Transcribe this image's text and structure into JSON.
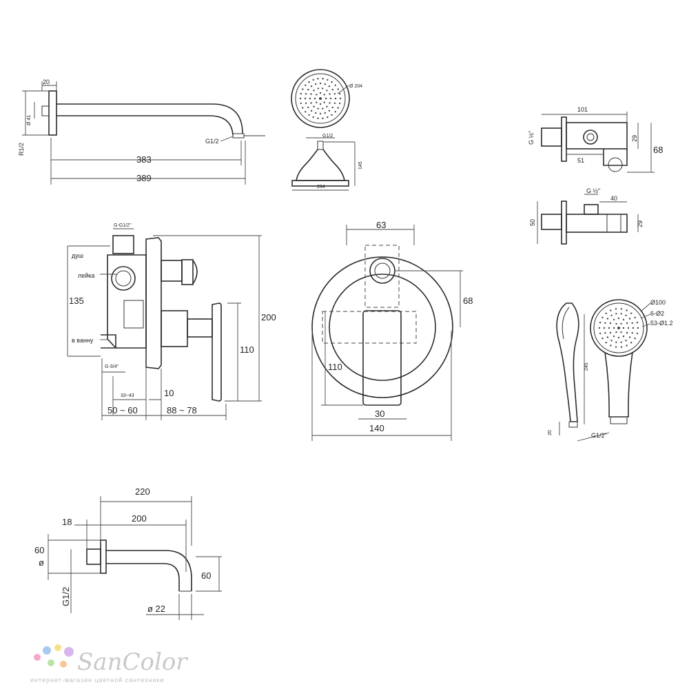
{
  "shower_arm": {
    "d20": "20",
    "d383": "383",
    "d389": "389",
    "thread_a": "G1/2",
    "thread_b": "R1/2",
    "d_small": "Ø 41"
  },
  "shower_head": {
    "dia": "Ø 204",
    "thread": "G1/2",
    "height": "145",
    "width": "204"
  },
  "wall_outlet": {
    "d101": "101",
    "d29a": "29",
    "d68": "68",
    "d51": "51",
    "thread": "G ½\"",
    "d40": "40",
    "d50": "50",
    "d29b": "29"
  },
  "mixer_side": {
    "top_thread": "G-G1/2\"",
    "label_shower": "душ",
    "label_hand": "лейка",
    "label_bath": "в ванну",
    "d135": "135",
    "d200": "200",
    "d110": "110",
    "bottom_thread": "G-3/4\"",
    "d33_43": "33~43",
    "d10": "10",
    "d50_60": "50 ~ 60",
    "d88_78": "88 ~ 78"
  },
  "mixer_front": {
    "d63": "63",
    "d68": "68",
    "d110": "110",
    "d30": "30",
    "d140": "140"
  },
  "hand_shower": {
    "d100": "Ø100",
    "holes_a": "6-Ø2",
    "holes_b": "53-Ø1.2",
    "length": "245",
    "thread": "G1/2\"",
    "d20": "20"
  },
  "spout": {
    "d220": "220",
    "d200": "200",
    "d18": "18",
    "d60a": "60",
    "dia": "ø",
    "thread": "G1/2",
    "d60b": "60",
    "d22": "ø 22"
  },
  "brand": {
    "name": "SanColor",
    "tagline": "интернет-магазин цветной сантехники",
    "dot_colors": [
      "#f4a7c9",
      "#a9c8f0",
      "#f6e08a",
      "#b9e3a7",
      "#d7b6ee",
      "#f7c59a"
    ]
  }
}
